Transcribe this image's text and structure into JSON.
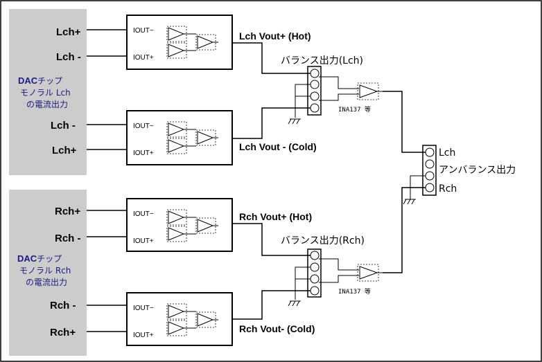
{
  "dac_lch": {
    "title": "DAC",
    "title_rest": "チップ",
    "line2": "モノラル Lch",
    "line3": "の電流出力",
    "top_pos": "Lch+",
    "top_neg": "Lch -",
    "bot_neg": "Lch -",
    "bot_pos": "Lch+"
  },
  "dac_rch": {
    "title": "DAC",
    "title_rest": "チップ",
    "line2": "モノラル Rch",
    "line3": "の電流出力",
    "top_pos": "Rch+",
    "top_neg": "Rch -",
    "bot_neg": "Rch -",
    "bot_pos": "Rch+"
  },
  "iout": {
    "neg": "IOUT−",
    "pos": "IOUT+"
  },
  "outputs": {
    "l_hot": "Lch Vout+ (Hot)",
    "l_cold": "Lch Vout - (Cold)",
    "r_hot": "Rch Vout+ (Hot)",
    "r_cold": "Rch Vout- (Cold)"
  },
  "balance": {
    "lch": "バランス出力(Lch)",
    "rch": "バランス出力(Rch)"
  },
  "ina": "INA137 等",
  "unbalanced": {
    "lch": "Lch",
    "title": "アンバランス出力",
    "rch": "Rch"
  }
}
